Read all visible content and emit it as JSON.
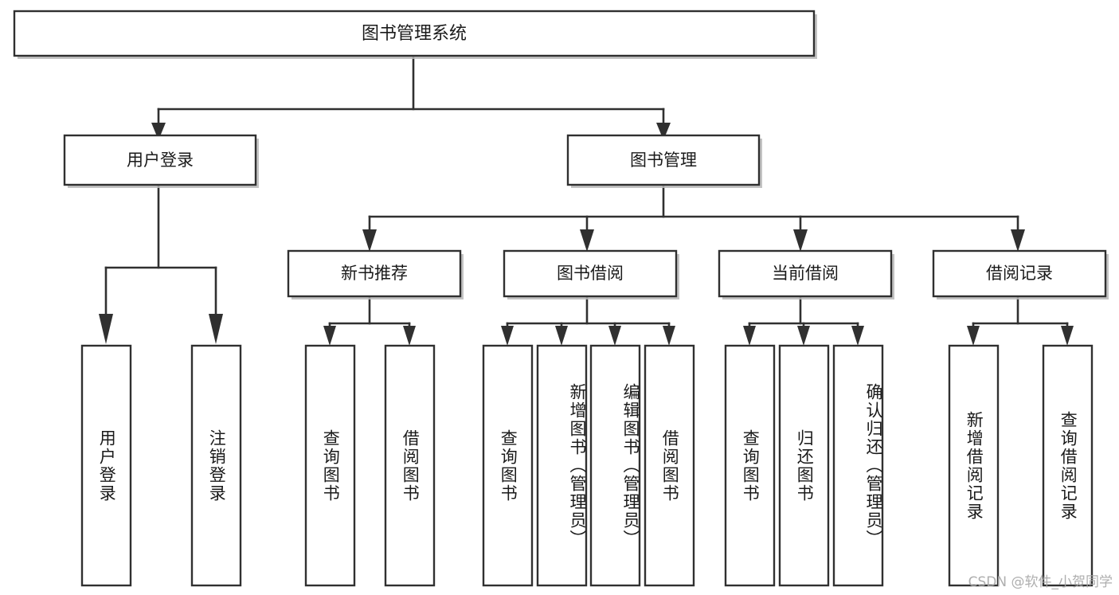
{
  "diagram": {
    "title": "图书管理系统",
    "type": "tree-hierarchy-diagram",
    "colors": {
      "background": "#ffffff",
      "box_fill": "#ffffff",
      "box_stroke": "#303030",
      "connector": "#303030",
      "text": "#1a1a1a",
      "watermark": "#a8a8a8"
    },
    "root": {
      "label": "图书管理系统"
    },
    "level1": [
      {
        "label": "用户登录"
      },
      {
        "label": "图书管理"
      }
    ],
    "level2": [
      {
        "label": "新书推荐"
      },
      {
        "label": "图书借阅"
      },
      {
        "label": "当前借阅"
      },
      {
        "label": "借阅记录"
      }
    ],
    "leaves": {
      "user_login": [
        {
          "label": "用户登录"
        },
        {
          "label": "注销登录"
        }
      ],
      "new_book_recommend": [
        {
          "label": "查询图书"
        },
        {
          "label": "借阅图书"
        }
      ],
      "book_borrow": [
        {
          "label": "查询图书"
        },
        {
          "label": "新增图书（管理员）"
        },
        {
          "label": "编辑图书（管理员）"
        },
        {
          "label": "借阅图书"
        }
      ],
      "current_borrow": [
        {
          "label": "查询图书"
        },
        {
          "label": "归还图书"
        },
        {
          "label": "确认归还（管理员）"
        }
      ],
      "borrow_record": [
        {
          "label": "新增借阅记录"
        },
        {
          "label": "查询借阅记录"
        }
      ]
    }
  },
  "watermark": {
    "text": "CSDN @软件_小贺同学"
  }
}
